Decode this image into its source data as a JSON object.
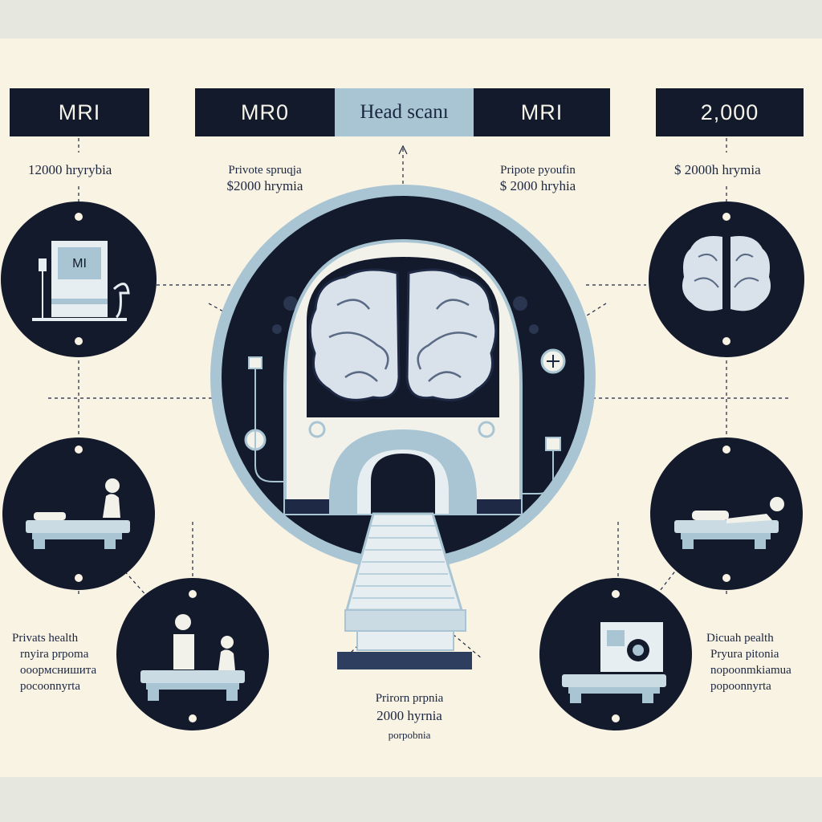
{
  "labels": {
    "mri_left": "MRI",
    "mro": "MR0",
    "head_scan": "Head scanı",
    "mri_mid": "MRI",
    "price_2000": "2,000"
  },
  "captions": {
    "left_top": "12000 hryrybia",
    "mid_left_line1": "Privote spruqja",
    "mid_left_line2": "$2000 hrymia",
    "mid_right_line1": "Pripote pyoufin",
    "mid_right_line2": "$ 2000 hryhia",
    "right_top": "$ 2000h hrymia",
    "bottom_left_line1": "Privats health",
    "bottom_left_line2": "rnyira prpoma",
    "bottom_left_line3": "ooopмcнишита",
    "bottom_left_line4": "pocoonnyrta",
    "bottom_right_line1": "Dicuah pealth",
    "bottom_right_line2": "Pryura pitonia",
    "bottom_right_line3": "nopoonmkiamua",
    "bottom_right_line4": "popoonnyrta",
    "bottom_center_line1": "Prirorn prpnia",
    "bottom_center_line2": "2000 hyrnia",
    "bottom_center_line3": "porpobnia"
  },
  "icons": {
    "monitor_screen_text": "MI"
  },
  "colors": {
    "navy": "#131a2c",
    "light_blue": "#a9c5d3",
    "cream": "#f9f3e4",
    "brain": "#d9e2ea"
  }
}
